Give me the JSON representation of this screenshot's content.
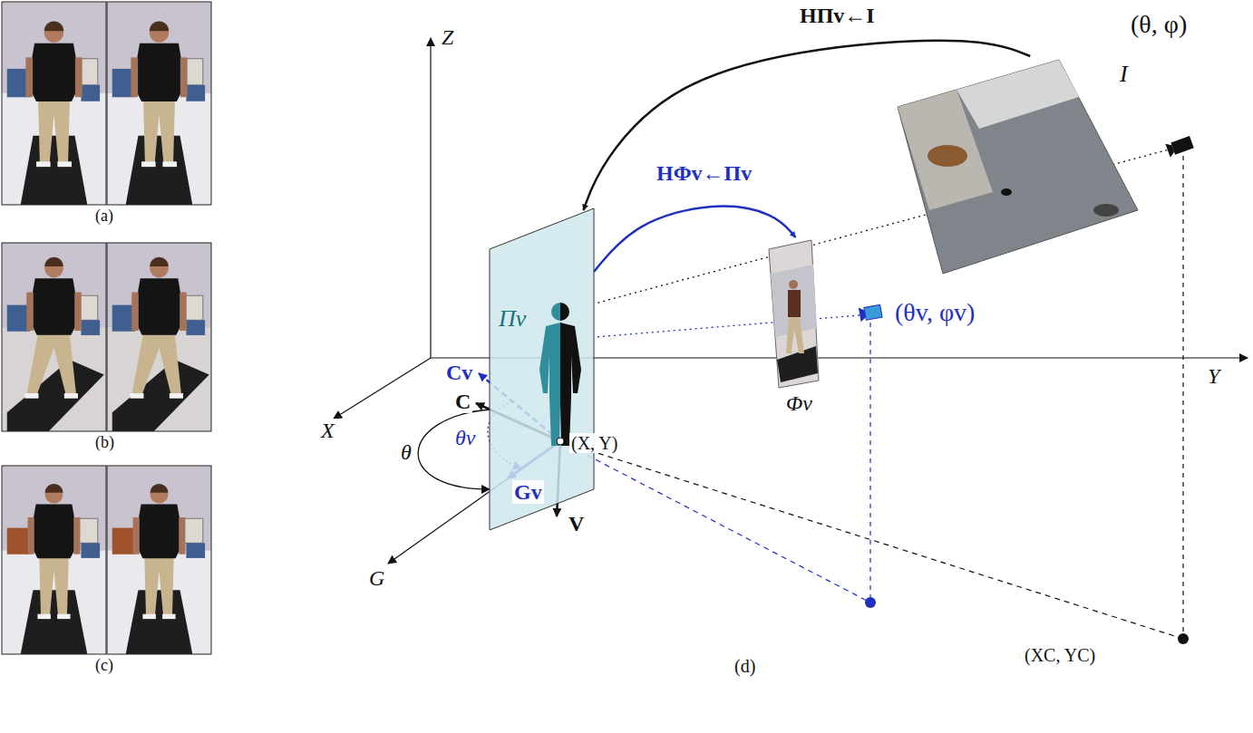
{
  "diagram": {
    "nodes": [
      {
        "text": [
          "Πv"
        ]
      },
      {
        "text": [
          "Φv"
        ]
      },
      {
        "text": [
          "I"
        ]
      }
    ],
    "edges": [
      {
        "from": 2,
        "to": 0,
        "arrow": "to",
        "label": "HΠv←I"
      },
      {
        "from": 0,
        "to": 1,
        "arrow": "to",
        "label": "HΦv←Πv"
      }
    ],
    "labels": [
      "Z",
      "Y",
      "X",
      "G",
      "C",
      "Cv",
      "V",
      "Gv",
      "θ",
      "θv",
      "(X, Y)",
      "(θ, φ)",
      "(θv, φv)",
      "(XC, YC)",
      "(a)",
      "(b)",
      "(c)",
      "(d)"
    ]
  }
}
